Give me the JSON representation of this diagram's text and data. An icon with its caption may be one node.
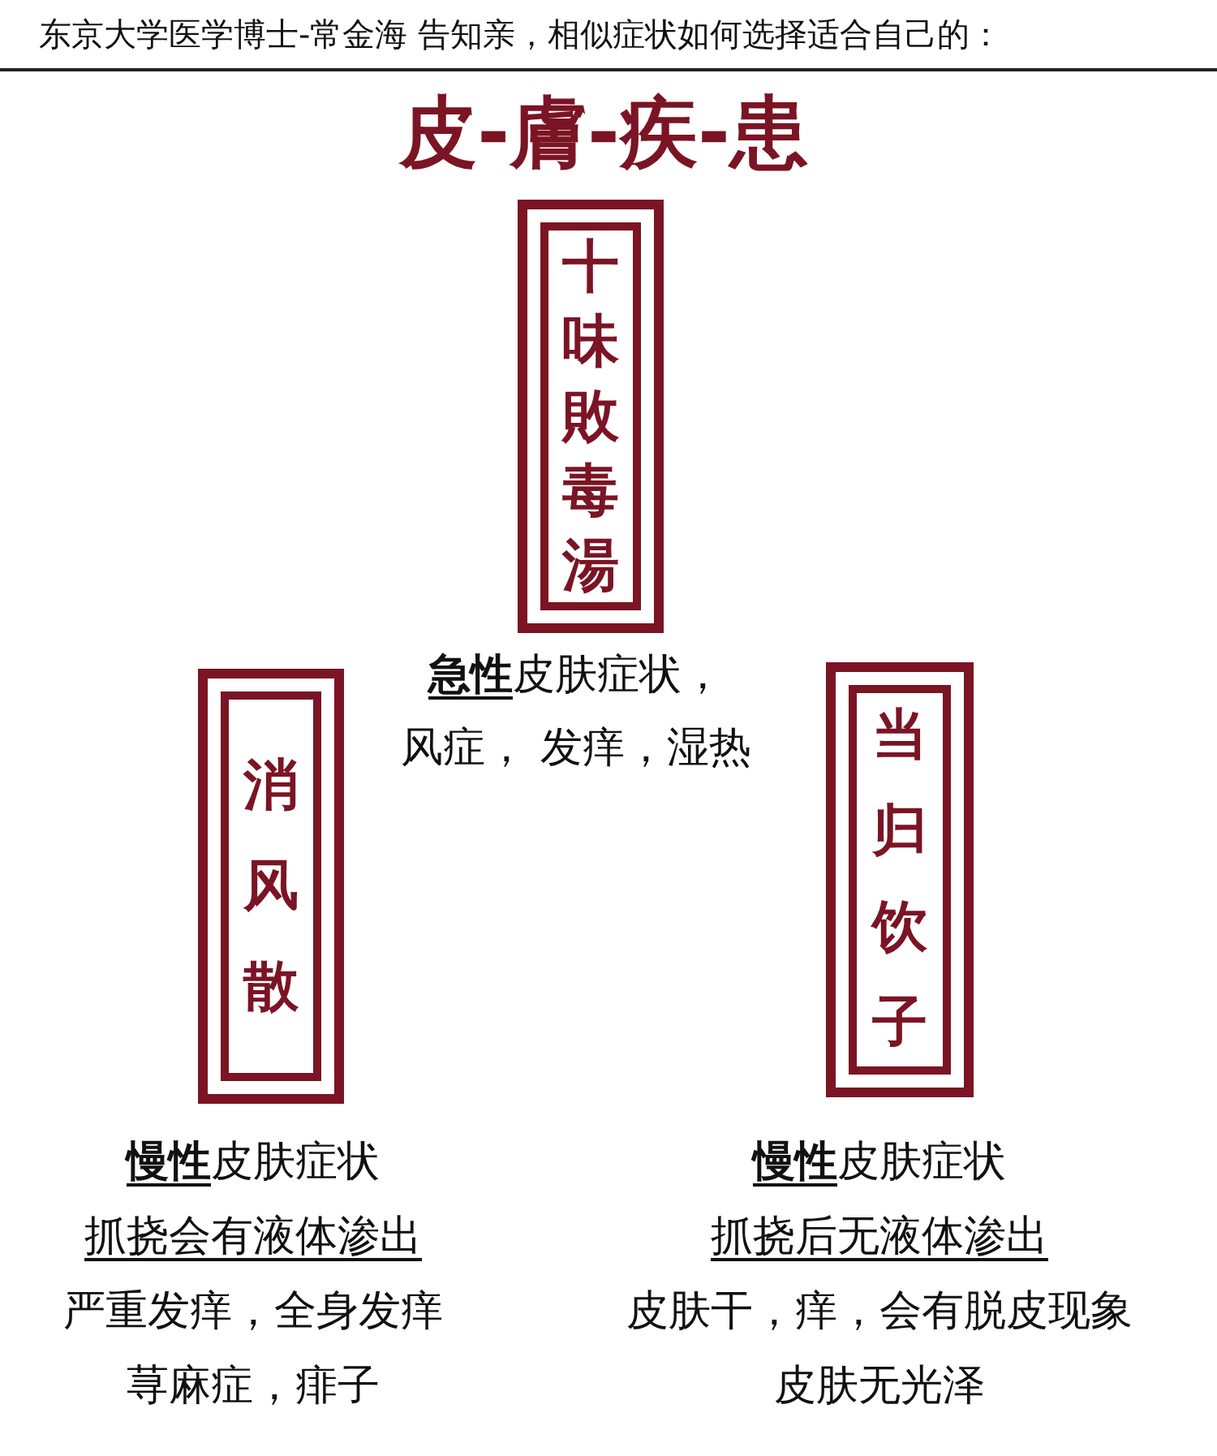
{
  "diagram": {
    "title": "皮-膚-疾-患",
    "nodes": [
      {
        "text": [
          "十味敗毒湯"
        ],
        "beside": [
          "**急性**皮肤症状，",
          "风症， 发痒，湿热"
        ]
      },
      {
        "text": [
          "消风散"
        ],
        "beside": [
          "**慢性**皮肤症状",
          "抓挠会有液体渗出",
          "严重发痒，全身发痒",
          "荨麻症，痱子"
        ]
      },
      {
        "text": [
          "当归饮子"
        ],
        "beside": [
          "**慢性**皮肤症状",
          "抓挠后无液体渗出",
          "皮肤干，痒，会有脱皮现象",
          "皮肤无光泽"
        ]
      }
    ],
    "labels": [
      "东京大学医学博士-常金海 告知亲，相似症状如何选择适合自己的："
    ]
  }
}
